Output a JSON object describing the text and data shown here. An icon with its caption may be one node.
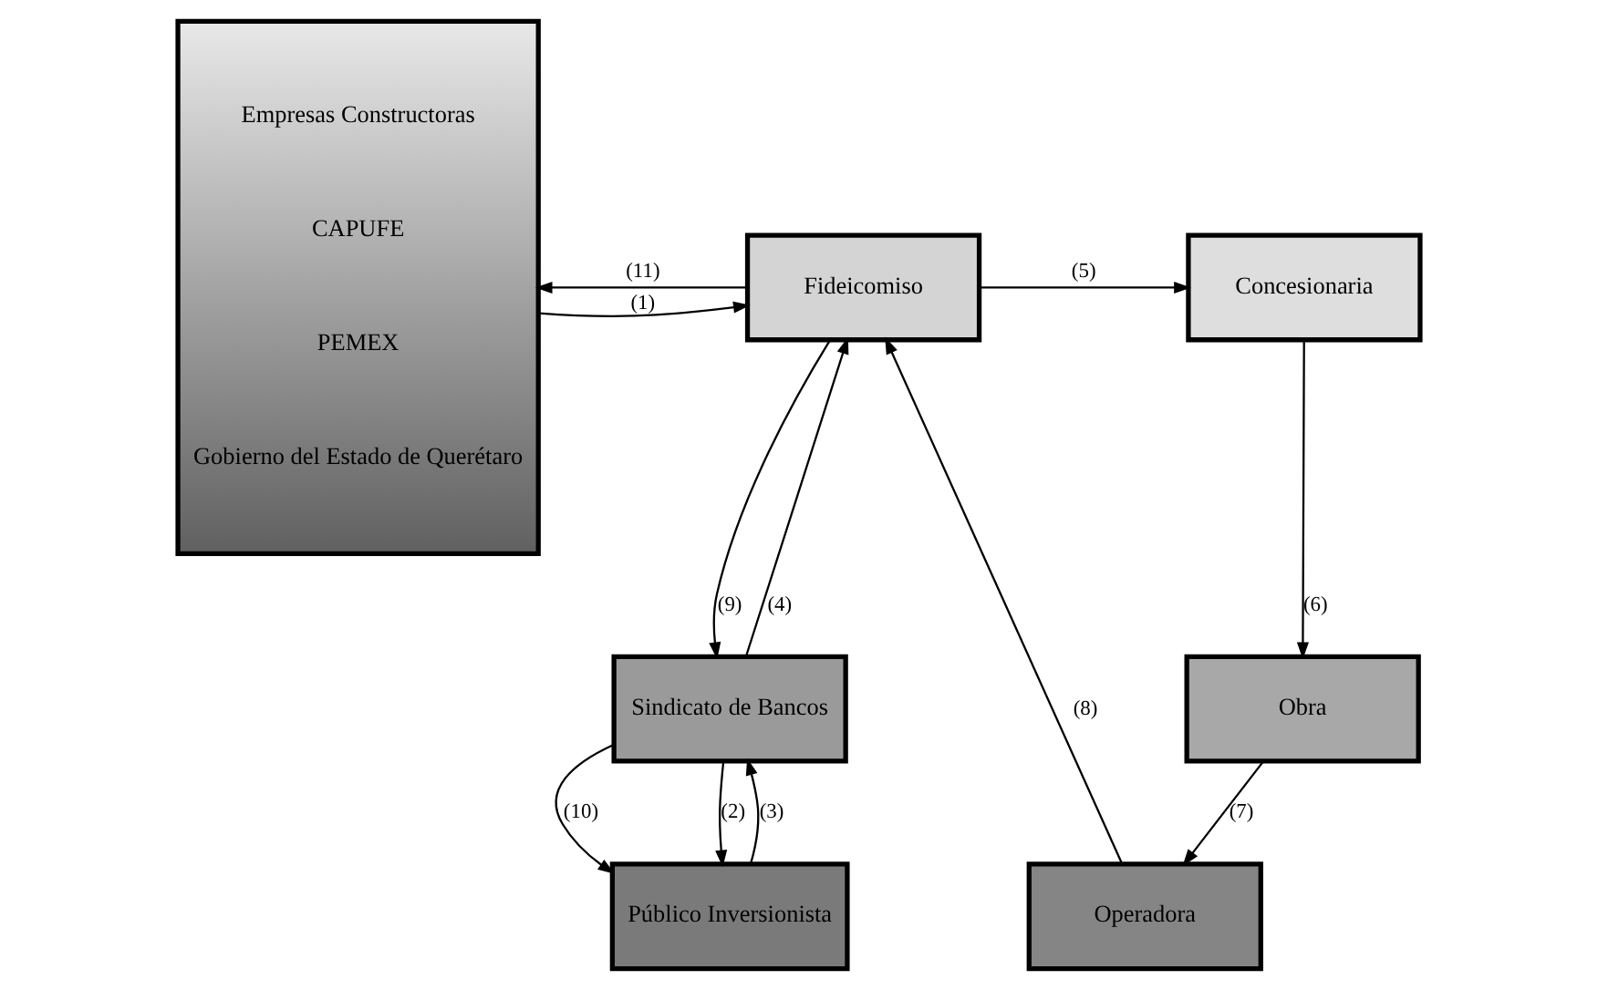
{
  "diagram": {
    "nodes": [
      {
        "text": [
          "Empresas Constructoras",
          "CAPUFE",
          "PEMEX",
          "Gobierno del Estado de Querétaro"
        ]
      },
      {
        "text": [
          "Fideicomiso"
        ]
      },
      {
        "text": [
          "Concesionaria"
        ]
      },
      {
        "text": [
          "Sindicato de Bancos"
        ]
      },
      {
        "text": [
          "Obra"
        ]
      },
      {
        "text": [
          "Público Inversionista"
        ]
      },
      {
        "text": [
          "Operadora"
        ]
      }
    ],
    "edges": [
      {
        "from": 0,
        "to": 1,
        "arrow": "to",
        "label": "(1)"
      },
      {
        "from": 1,
        "to": 0,
        "arrow": "to",
        "label": "(11)"
      },
      {
        "from": 1,
        "to": 3,
        "arrow": "to",
        "label": "(9)"
      },
      {
        "from": 3,
        "to": 5,
        "arrow": "to",
        "label": "(10)"
      },
      {
        "from": 3,
        "to": 5,
        "arrow": "to",
        "label": "(2)"
      },
      {
        "from": 5,
        "to": 3,
        "arrow": "to",
        "label": "(3)"
      },
      {
        "from": 3,
        "to": 1,
        "arrow": "to",
        "label": "(4)"
      },
      {
        "from": 1,
        "to": 2,
        "arrow": "to",
        "label": "(5)"
      },
      {
        "from": 2,
        "to": 4,
        "arrow": "to",
        "label": "(6)"
      },
      {
        "from": 4,
        "to": 6,
        "arrow": "to",
        "label": "(7)"
      },
      {
        "from": 6,
        "to": 1,
        "arrow": "to",
        "label": "(8)"
      }
    ]
  }
}
